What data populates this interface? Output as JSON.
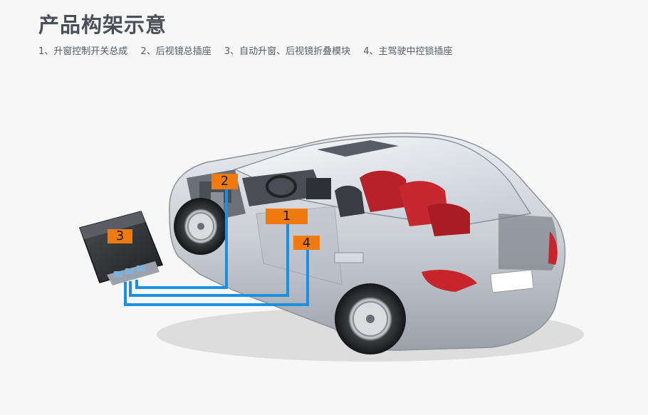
{
  "title": "产品构架示意",
  "legend": [
    "1、升窗控制开关总成",
    "2、后视镜总插座",
    "3、自动升窗、后视镜折叠模块",
    "4、主驾驶中控锁插座"
  ],
  "callouts": {
    "c1": "1",
    "c2": "2",
    "c3": "3",
    "c4": "4"
  },
  "colors": {
    "accent": "#ee7a10",
    "wire": "#1b8fe0",
    "title": "#4a4f5a"
  }
}
